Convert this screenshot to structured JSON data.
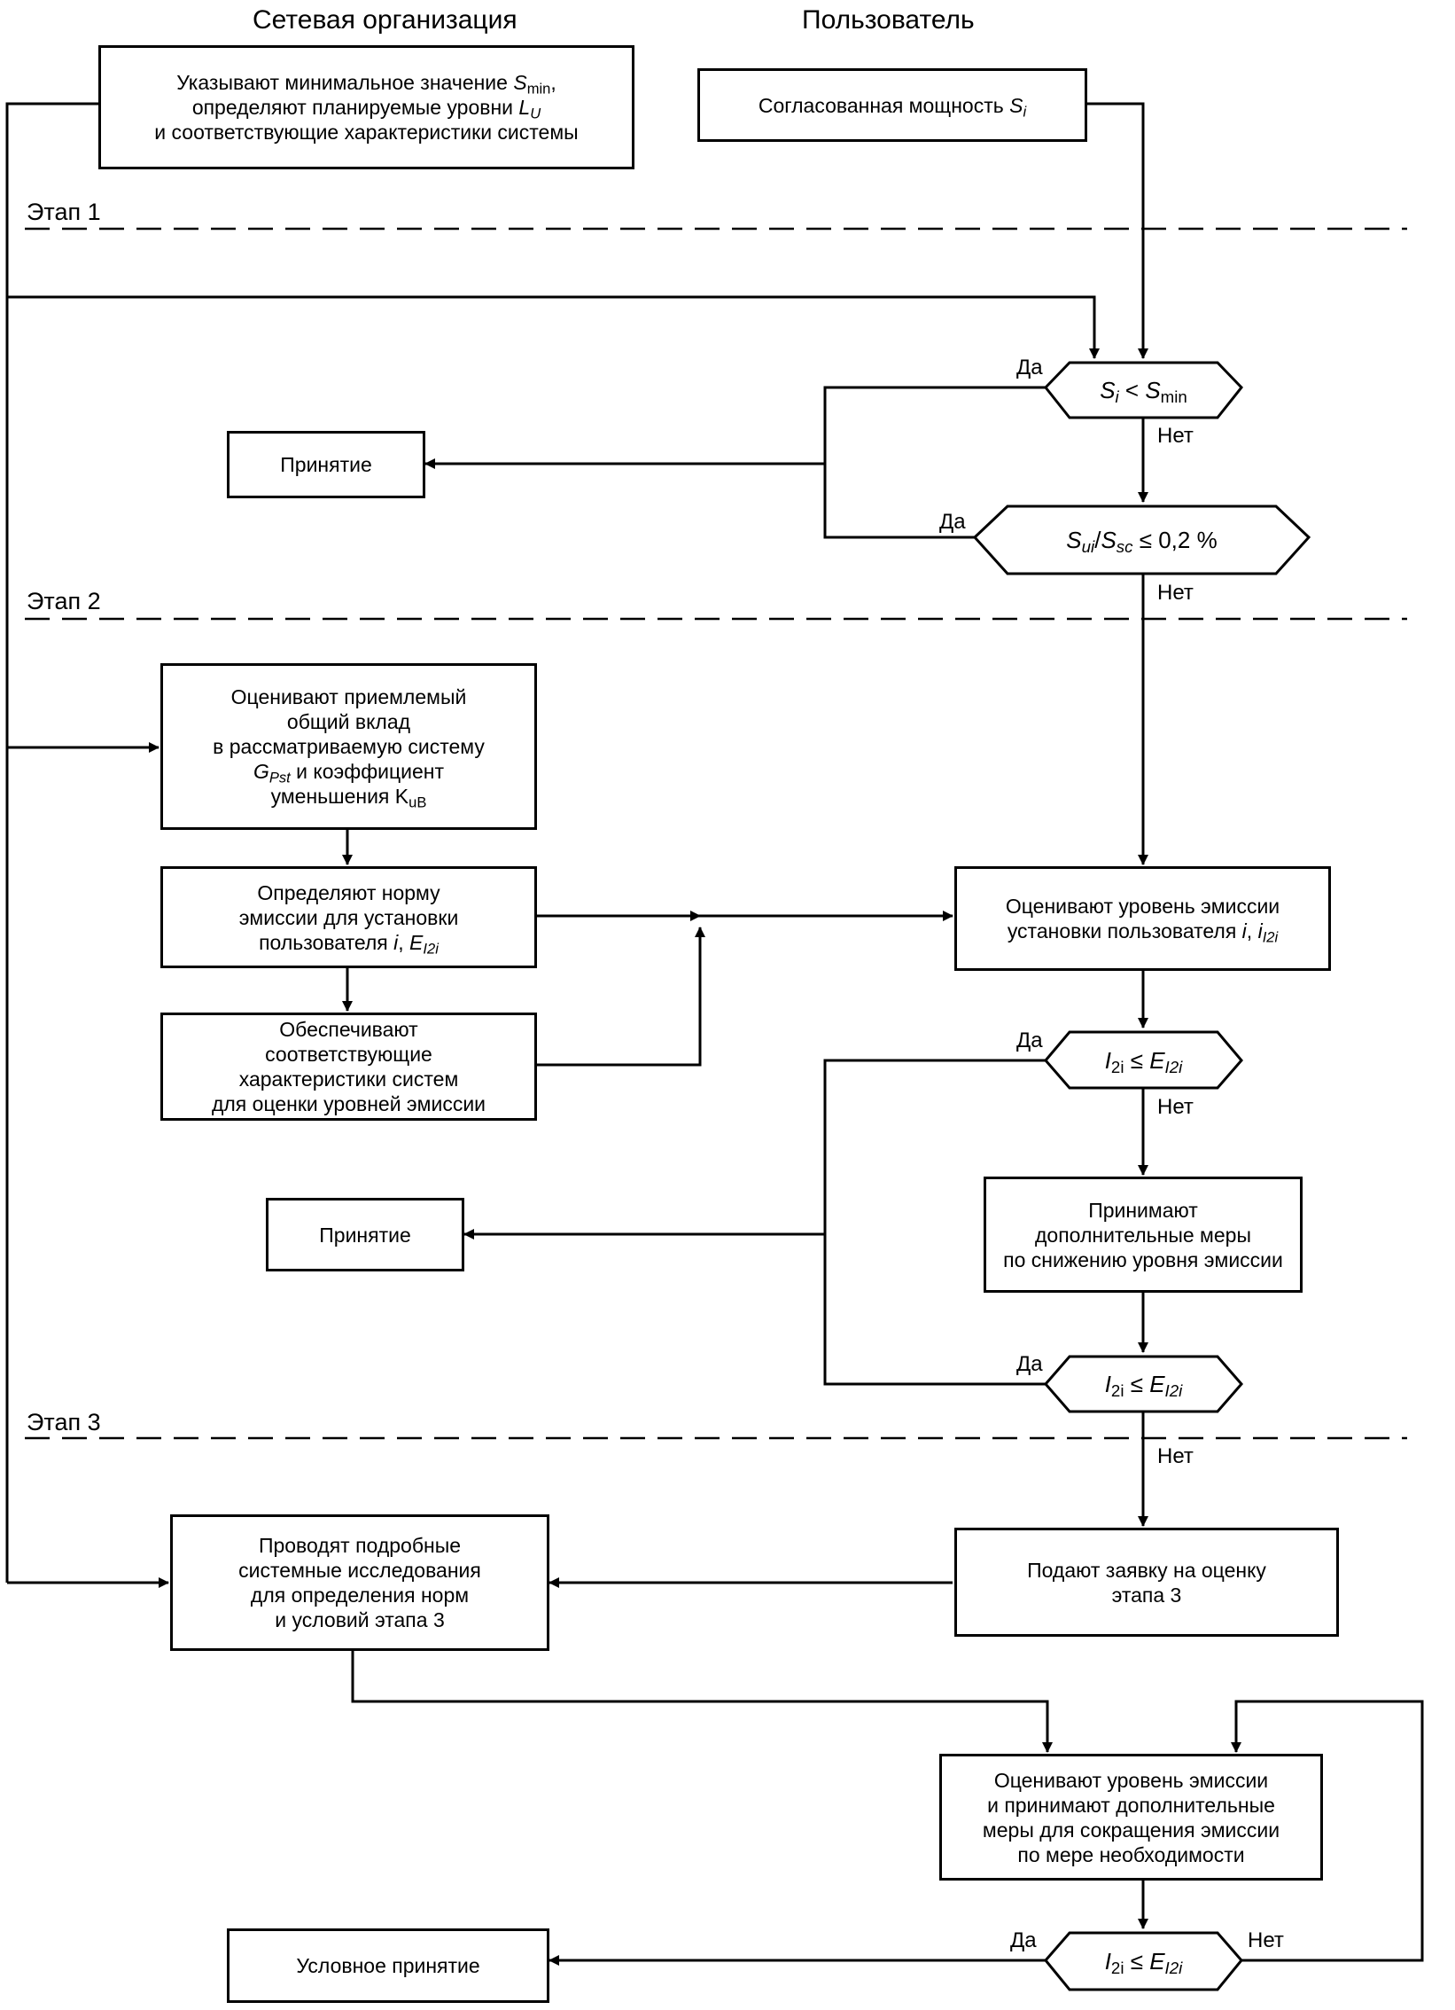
{
  "headers": {
    "network": "Сетевая организация",
    "user": "Пользователь"
  },
  "stages": [
    "Этап 1",
    "Этап 2",
    "Этап 3"
  ],
  "boxes": {
    "network_input": {
      "l1a": "Указывают минимальное значение ",
      "l1_var": "S",
      "l1_sub": "min",
      "l1_end": ",",
      "l2a": "определяют планируемые уровни ",
      "l2_var": "L",
      "l2_sub": "U",
      "l3": "и соответствующие характеристики системы"
    },
    "user_power": {
      "text": "Согласованная мощность ",
      "var": "S",
      "sub": "i"
    },
    "accept1": "Принятие",
    "assess_total": {
      "l1": "Оценивают приемлемый",
      "l2": "общий вклад",
      "l3": "в рассматриваемую систему",
      "l4_var": "G",
      "l4_sub": "Pst",
      "l4_end": " и коэффициент",
      "l5": "уменьшения K",
      "l5_sub": "uB"
    },
    "define_norm": {
      "l1": "Определяют норму",
      "l2": "эмиссии для установки",
      "l3": "пользователя ",
      "l3_i": "i",
      "l3_sep": ", ",
      "l3_var": "E",
      "l3_sub": "I2i"
    },
    "provide_chars": {
      "l1": "Обеспечивают",
      "l2": "соответствующие",
      "l3": "характеристики систем",
      "l4": "для оценки уровней эмиссии"
    },
    "assess_user_emission": {
      "l1": "Оценивают уровень эмиссии",
      "l2": "установки пользователя ",
      "l2_i": "i",
      "l2_sep": ", ",
      "l2_var": "i",
      "l2_sub": "I2i"
    },
    "accept2": "Принятие",
    "extra_measures": {
      "l1": "Принимают",
      "l2": "дополнительные меры",
      "l3": "по снижению уровня эмиссии"
    },
    "detailed_study": {
      "l1": "Проводят подробные",
      "l2": "системные исследования",
      "l3": "для определения норм",
      "l4": "и условий этапа 3"
    },
    "stage3_request": {
      "l1": "Подают заявку на оценку",
      "l2": "этапа 3"
    },
    "assess_and_reduce": {
      "l1": "Оценивают уровень эмиссии",
      "l2": "и принимают дополнительные",
      "l3": "меры для сокращения эмиссии",
      "l4": "по мере необходимости"
    },
    "conditional_accept": "Условное принятие"
  },
  "conditions": {
    "c1": {
      "a": "S",
      "a_sub": "i",
      "op": " < ",
      "b": "S",
      "b_sub": "min"
    },
    "c2": {
      "a": "S",
      "a_sub": "ui",
      "mid": "/",
      "b": "S",
      "b_sub": "sc",
      "tail": " ≤ 0,2 %"
    },
    "c3": {
      "a": "I",
      "a_sub": "2i",
      "op": " ≤ ",
      "b": "E",
      "b_sub": "I2i"
    },
    "c4": {
      "a": "I",
      "a_sub": "2i",
      "op": " ≤ ",
      "b": "E",
      "b_sub": "I2i"
    },
    "c5": {
      "a": "I",
      "a_sub": "2i",
      "op": " ≤ ",
      "b": "E",
      "b_sub": "I2i"
    }
  },
  "labels": {
    "yes": "Да",
    "no": "Нет"
  }
}
